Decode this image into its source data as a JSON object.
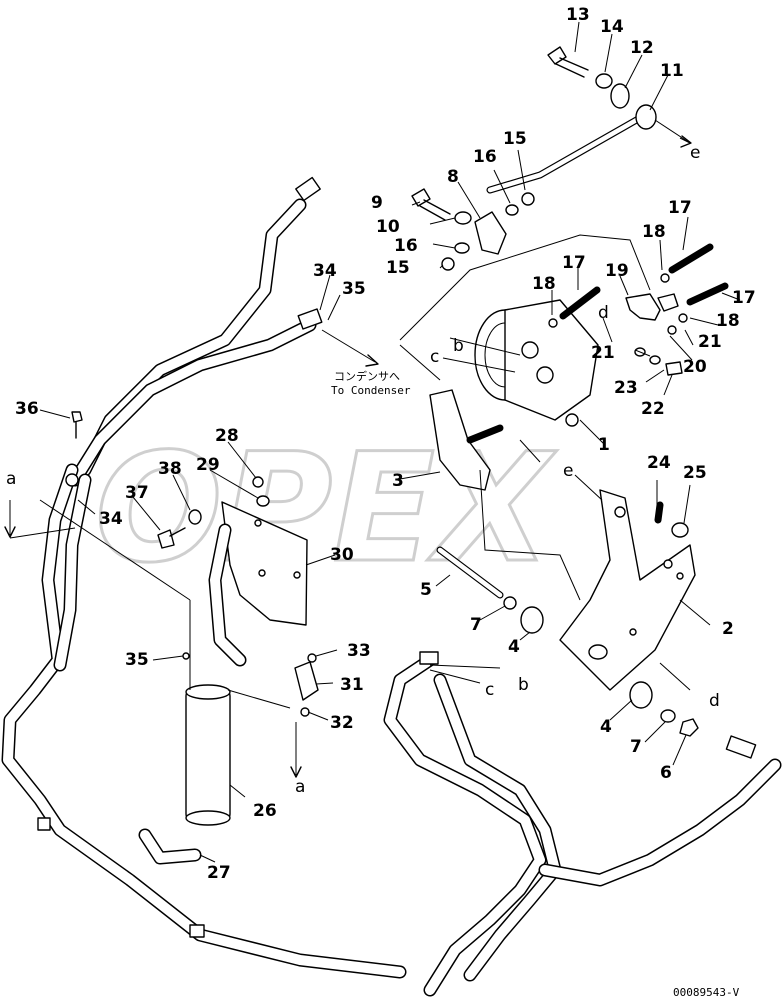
{
  "diagram": {
    "callouts": [
      "1",
      "2",
      "3",
      "4",
      "4",
      "5",
      "6",
      "7",
      "7",
      "8",
      "9",
      "10",
      "11",
      "12",
      "13",
      "14",
      "15",
      "15",
      "16",
      "16",
      "17",
      "17",
      "17",
      "18",
      "18",
      "18",
      "19",
      "20",
      "21",
      "21",
      "22",
      "23",
      "24",
      "25",
      "26",
      "27",
      "28",
      "29",
      "30",
      "31",
      "32",
      "33",
      "34",
      "34",
      "35",
      "35",
      "36",
      "37",
      "38"
    ],
    "connection_letters": [
      "a",
      "a",
      "b",
      "b",
      "c",
      "c",
      "d",
      "d",
      "e",
      "e"
    ],
    "note_jp": "コンデンサへ",
    "note_en": "To Condenser",
    "drawing_code": "00089543-V",
    "watermark": "OPEX"
  }
}
